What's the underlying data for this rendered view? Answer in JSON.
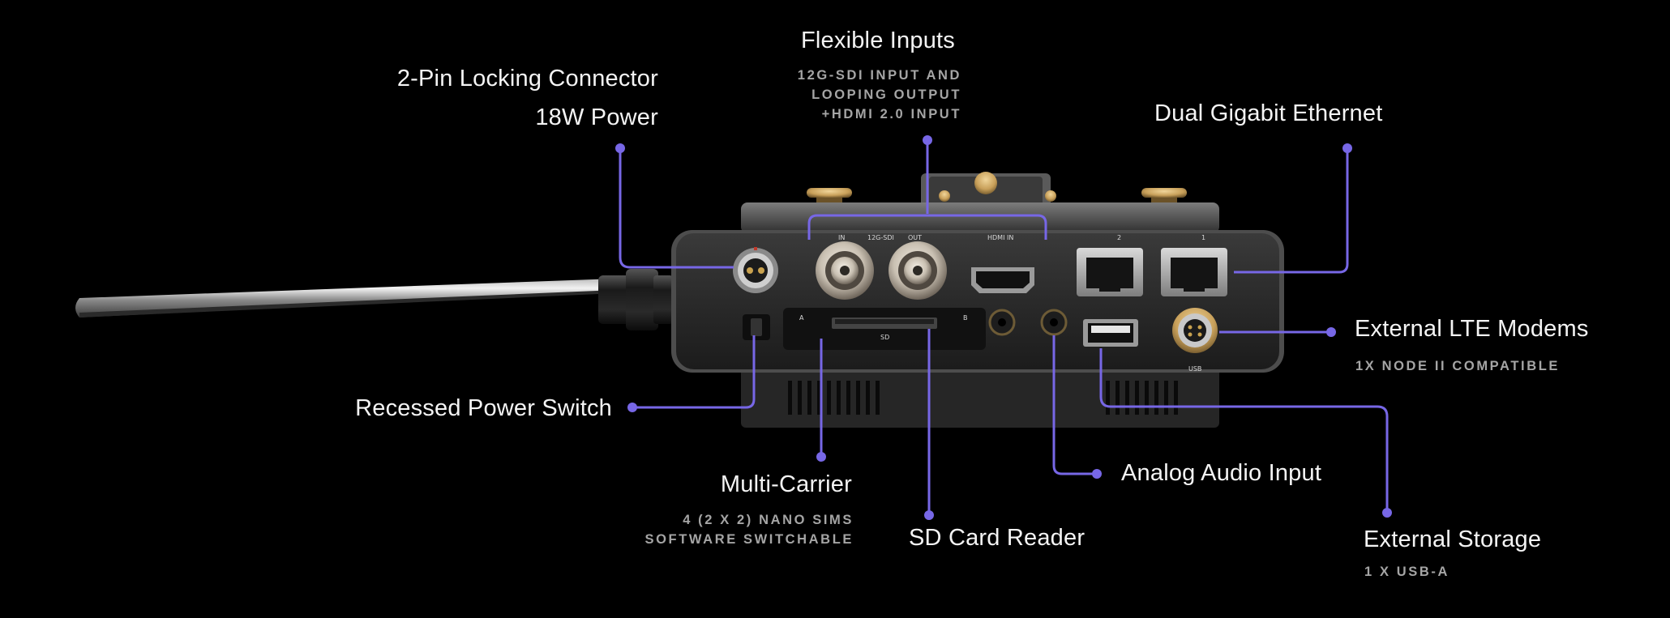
{
  "accent_color": "#7767e6",
  "callouts": {
    "locking_connector": {
      "title_line1": "2-Pin Locking Connector",
      "title_line2": "18W Power"
    },
    "flexible_inputs": {
      "title": "Flexible Inputs",
      "sub_line1": "12G-SDI INPUT AND",
      "sub_line2": "LOOPING OUTPUT",
      "sub_line3": "+HDMI 2.0 INPUT"
    },
    "ethernet": {
      "title": "Dual Gigabit Ethernet"
    },
    "lte": {
      "title": "External LTE Modems",
      "sub": "1X NODE II COMPATIBLE"
    },
    "power_switch": {
      "title": "Recessed Power Switch"
    },
    "multi_carrier": {
      "title": "Multi-Carrier",
      "sub_line1": "4 (2 X 2) NANO SIMS",
      "sub_line2": "SOFTWARE SWITCHABLE"
    },
    "sd_card": {
      "title": "SD Card Reader"
    },
    "audio": {
      "title": "Analog Audio Input"
    },
    "storage": {
      "title": "External Storage",
      "sub": "1 X USB-A"
    }
  },
  "device_markings": {
    "sdi_in": "IN",
    "sdi_mid": "12G-SDI",
    "sdi_out": "OUT",
    "hdmi_in": "HDMI IN",
    "eth_2": "2",
    "eth_1": "1",
    "sd": "SD",
    "sim_a": "A",
    "sim_b": "B",
    "usb": "USB"
  }
}
